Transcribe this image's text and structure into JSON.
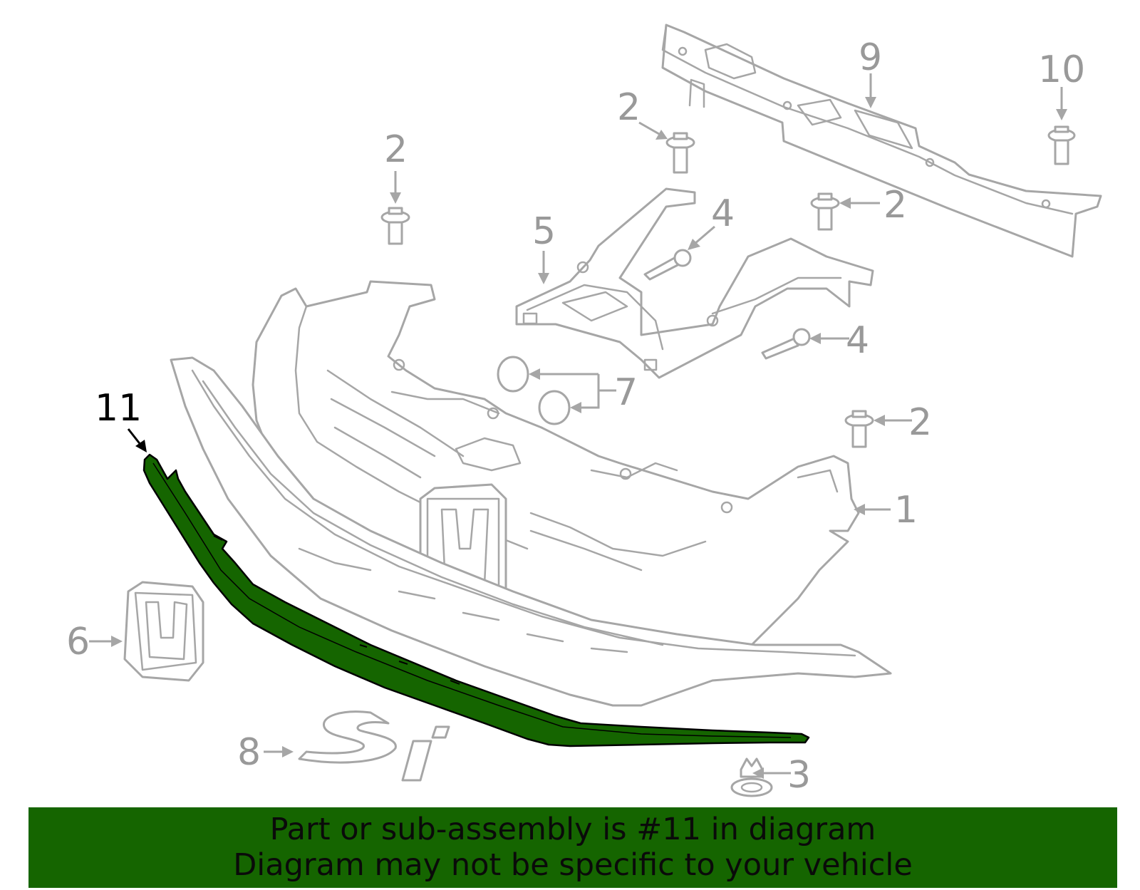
{
  "diagram": {
    "callouts": [
      {
        "id": "label-1",
        "text": "1"
      },
      {
        "id": "label-2a",
        "text": "2"
      },
      {
        "id": "label-2b",
        "text": "2"
      },
      {
        "id": "label-2c",
        "text": "2"
      },
      {
        "id": "label-2d",
        "text": "2"
      },
      {
        "id": "label-3",
        "text": "3"
      },
      {
        "id": "label-4a",
        "text": "4"
      },
      {
        "id": "label-4b",
        "text": "4"
      },
      {
        "id": "label-5",
        "text": "5"
      },
      {
        "id": "label-6",
        "text": "6"
      },
      {
        "id": "label-7",
        "text": "7"
      },
      {
        "id": "label-8",
        "text": "8"
      },
      {
        "id": "label-9",
        "text": "9"
      },
      {
        "id": "label-10",
        "text": "10"
      },
      {
        "id": "label-11",
        "text": "11"
      }
    ],
    "highlighted_part": "11",
    "colors": {
      "highlight_fill": "#156500",
      "outline_gray": "#a6a6a6",
      "label_gray": "#999999",
      "label_highlight": "#000000",
      "banner_bg": "#156500",
      "banner_text": "#0a0a0a"
    }
  },
  "banner": {
    "line1": "Part or sub-assembly is #11 in diagram",
    "line2": "Diagram may not be specific to your vehicle"
  }
}
